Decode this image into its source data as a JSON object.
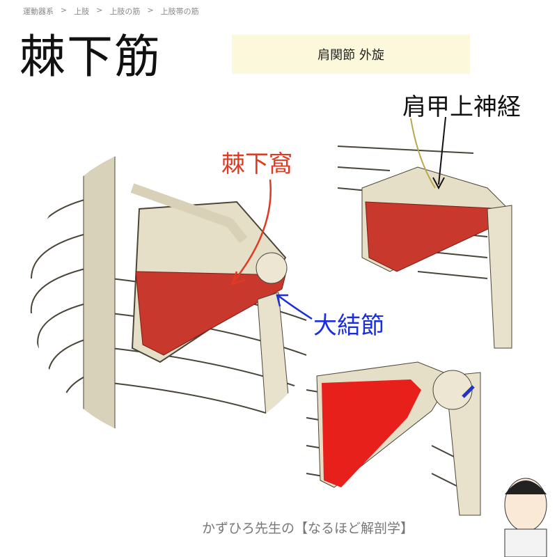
{
  "breadcrumb": [
    "運動器系",
    ">",
    "上肢",
    ">",
    "上肢の筋",
    ">",
    "上肢帯の筋"
  ],
  "title": "棘下筋",
  "action": "肩関節 外旋",
  "labels": {
    "nerve": "肩甲上神経",
    "fossa": "棘下窩",
    "tubercle": "大結節"
  },
  "footer": "かずひろ先生の【なるほど解剖学】",
  "colors": {
    "muscle": "#c8382c",
    "origin": "#e8201c",
    "insertion": "#2233cc",
    "fossa_label": "#e03a22",
    "tubercle_label": "#1a2ee0"
  }
}
